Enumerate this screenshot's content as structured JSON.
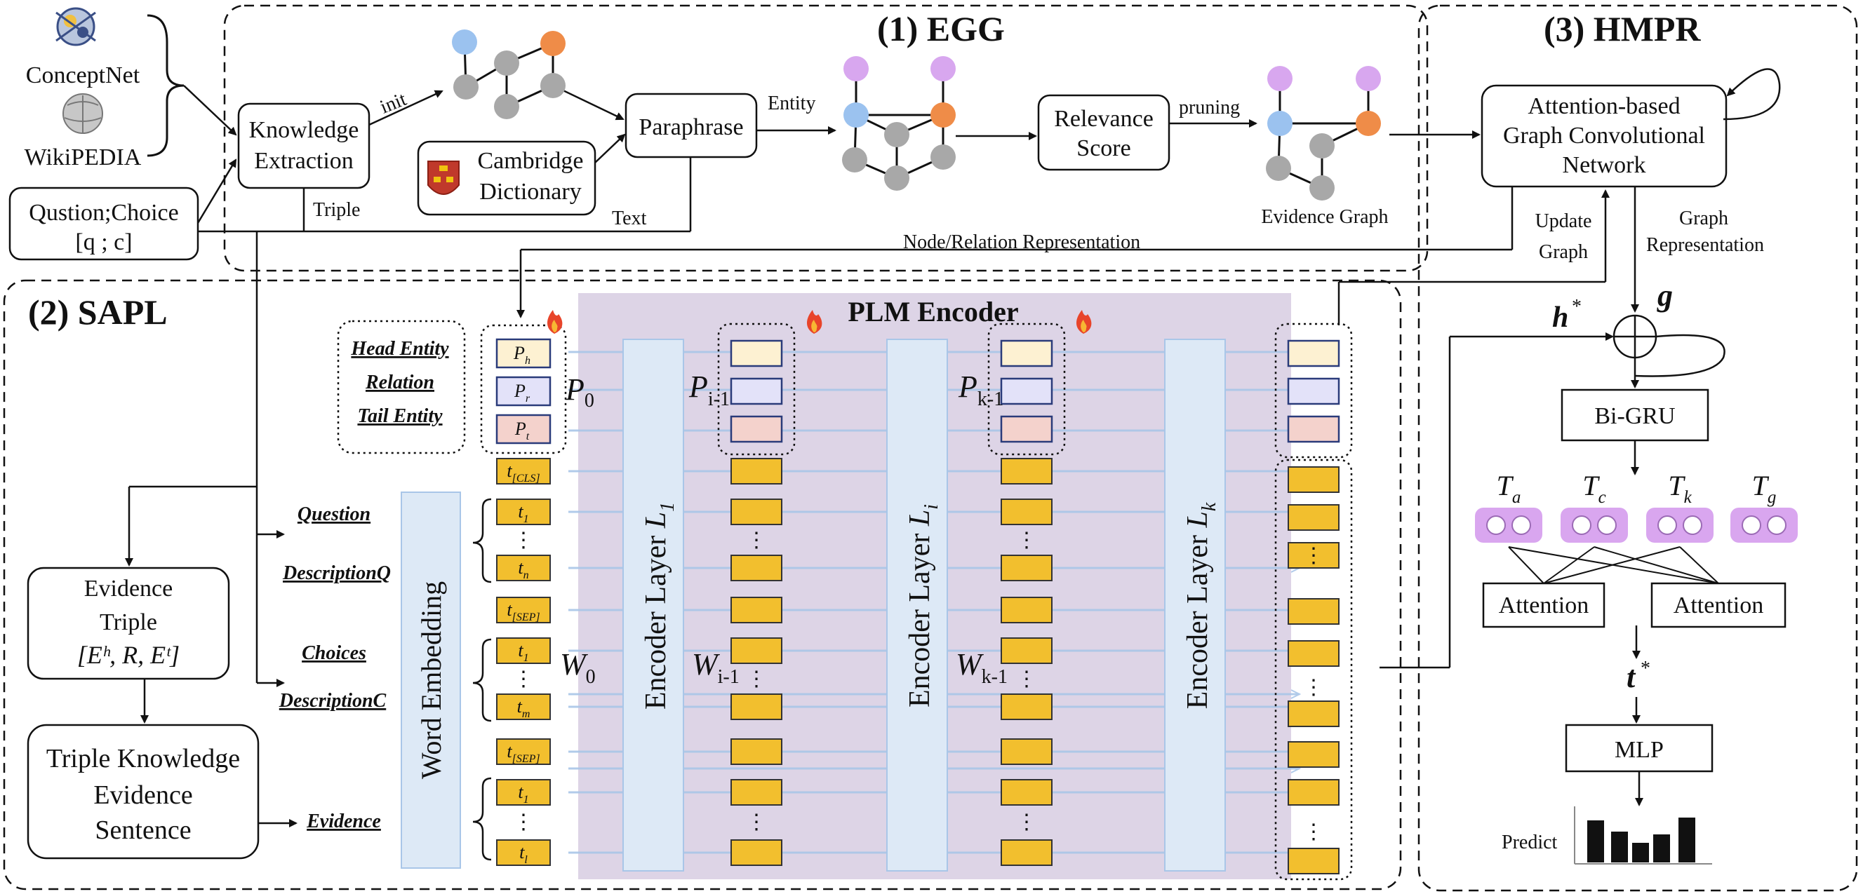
{
  "sections": {
    "egg": "(1)  EGG",
    "sapl": "(2)  SAPL",
    "hmpr": "(3)  HMPR"
  },
  "sources": {
    "conceptnet": "ConceptNet",
    "wikipedia": "WikiPEDIA",
    "question_choice": [
      "Qustion;Choice",
      "[q ; c]"
    ]
  },
  "egg": {
    "knowledge_extraction": [
      "Knowledge",
      "Extraction"
    ],
    "init_label": "init",
    "triple_label": "Triple",
    "cambridge_dictionary": [
      "Cambridge",
      "Dictionary"
    ],
    "paraphrase": "Paraphrase",
    "text_label": "Text",
    "entity_label": "Entity",
    "relevance_score": [
      "Relevance",
      "Score"
    ],
    "pruning_label": "pruning",
    "evidence_graph_label": "Evidence Graph",
    "node_relation_repr": "Node/Relation Representation"
  },
  "hmpr": {
    "agcn": [
      "Attention-based",
      "Graph Convolutional",
      "Network"
    ],
    "update_graph": [
      "Update",
      "Graph"
    ],
    "graph_representation": [
      "Graph",
      "Representation"
    ],
    "g_label": "g",
    "h_label": "h",
    "bigru": "Bi-GRU",
    "tokens": [
      {
        "base": "T",
        "sub": "a"
      },
      {
        "base": "T",
        "sub": "c"
      },
      {
        "base": "T",
        "sub": "k"
      },
      {
        "base": "T",
        "sub": "g"
      }
    ],
    "attention": [
      "Attention",
      "Attention"
    ],
    "t_star": "t",
    "mlp": "MLP",
    "predict": "Predict",
    "predict_bars": [
      0.75,
      0.55,
      0.35,
      0.5,
      0.8
    ]
  },
  "sapl": {
    "plm_encoder": "PLM Encoder",
    "prompt_labels": [
      "Head Entity",
      "Relation",
      "Tail Entity"
    ],
    "p_tokens": [
      {
        "base": "P",
        "sub": "h"
      },
      {
        "base": "P",
        "sub": "r"
      },
      {
        "base": "P",
        "sub": "t"
      }
    ],
    "p0": {
      "base": "P",
      "sub": "0"
    },
    "pi1": {
      "base": "P",
      "sub": "i-1"
    },
    "pk1": {
      "base": "P",
      "sub": "k-1"
    },
    "w0": {
      "base": "W",
      "sub": "0"
    },
    "wi1": {
      "base": "W",
      "sub": "i-1"
    },
    "wk1": {
      "base": "W",
      "sub": "k-1"
    },
    "input_labels": [
      "Question",
      "DescriptionQ",
      "Choices",
      "DescriptionC",
      "Evidence"
    ],
    "word_embedding": "Word Embedding",
    "encoder_layers": [
      {
        "prefix": "Encoder  Layer  ",
        "base": "L",
        "sub": "1"
      },
      {
        "prefix": "Encoder  Layer  ",
        "base": "L",
        "sub": "i"
      },
      {
        "prefix": "Encoder  Layer  ",
        "base": "L",
        "sub": "k"
      }
    ],
    "tokens": [
      {
        "base": "t",
        "sub": "[CLS]"
      },
      {
        "base": "t",
        "sub": "1"
      },
      {
        "base": "t",
        "sub": "n"
      },
      {
        "base": "t",
        "sub": "[SEP]"
      },
      {
        "base": "t",
        "sub": "1"
      },
      {
        "base": "t",
        "sub": "m"
      },
      {
        "base": "t",
        "sub": "[SEP]"
      },
      {
        "base": "t",
        "sub": "1"
      },
      {
        "base": "t",
        "sub": "l"
      }
    ],
    "evidence_triple": [
      "Evidence",
      "Triple"
    ],
    "evidence_triple_formula": "[Eʰ, R, Eᵗ]",
    "triple_sentence": [
      "Triple Knowledge",
      "Evidence",
      "Sentence"
    ]
  },
  "colors": {
    "plm_bg": "#ddd4e6",
    "layer_fill": "#dde9f6",
    "token_fill": "#f2bf2e",
    "p_h": "#fdf1d2",
    "p_r": "#e3e2f9",
    "p_t": "#f4d2cc",
    "node_blue": "#9bc2ef",
    "node_orange": "#ef8c48",
    "node_purple": "#d8a7ef",
    "node_gray": "#a8a8a8",
    "t_token": "#d9a6ef"
  }
}
